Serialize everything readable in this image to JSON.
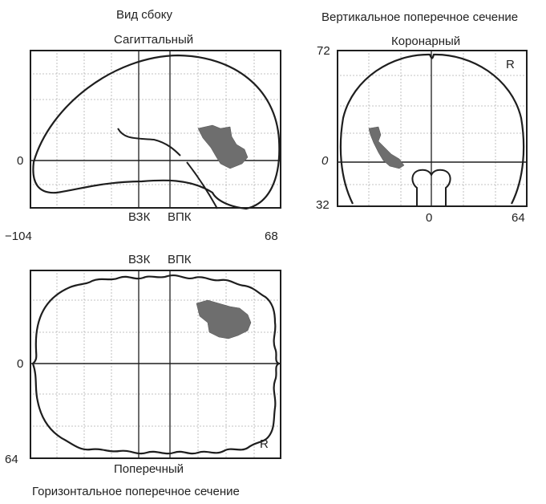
{
  "sagittal": {
    "title": "Вид сбоку",
    "subtitle": "Сагиттальный",
    "zero_label": "0",
    "vac_label": "ВЗК",
    "vpc_label": "ВПК",
    "x_min_label": "−104",
    "x_max_label": "68"
  },
  "coronal": {
    "title": "Вертикальное поперечное сечение",
    "subtitle": "Коронарный",
    "top_label": "72",
    "zero_label": "0",
    "bottom_label": "32",
    "x_mid_label": "0",
    "x_max_label": "64",
    "side_label": "R"
  },
  "transverse": {
    "vac_label": "ВЗК",
    "vpc_label": "ВПК",
    "zero_label": "0",
    "bottom_label": "64",
    "side_label": "R",
    "subtitle": "Поперечный",
    "title": "Горизонтальное поперечное сечение"
  },
  "colors": {
    "ink": "#1e1e1e",
    "grid": "#b0b0b0",
    "blob": "#6e6e6e"
  }
}
